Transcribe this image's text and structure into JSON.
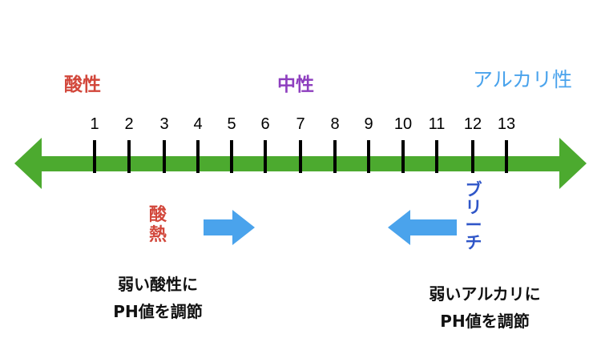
{
  "labels": {
    "acid": "酸性",
    "neutral": "中性",
    "alkaline": "アルカリ性"
  },
  "scale": {
    "ticks": [
      "1",
      "2",
      "3",
      "4",
      "5",
      "6",
      "7",
      "8",
      "9",
      "10",
      "11",
      "12",
      "13"
    ],
    "bar_color": "#4caa2f"
  },
  "left_agent": {
    "chars": [
      "酸",
      "熱"
    ]
  },
  "right_agent": {
    "chars": [
      "ブ",
      "リ",
      "ー",
      "チ"
    ]
  },
  "notes": {
    "left": {
      "line1": "弱い酸性に",
      "line2": "PH値を調節"
    },
    "right": {
      "line1": "弱いアルカリに",
      "line2": "PH値を調節"
    }
  },
  "colors": {
    "acid": "#d2473b",
    "neutral": "#8e3fbf",
    "alkaline": "#4aa3ec",
    "bleach": "#2f56c8",
    "arrow": "#4aa3ec"
  }
}
